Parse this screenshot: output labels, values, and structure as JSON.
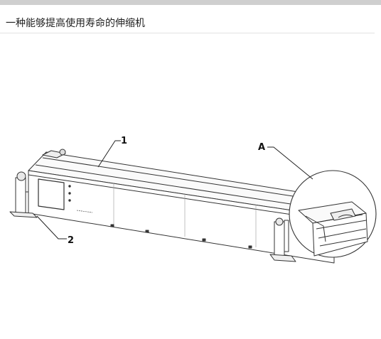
{
  "header": {
    "title": "一种能够提高使用寿命的伸缩机"
  },
  "figure": {
    "labels": {
      "part_1": "1",
      "part_2": "2",
      "detail_a": "A"
    }
  }
}
